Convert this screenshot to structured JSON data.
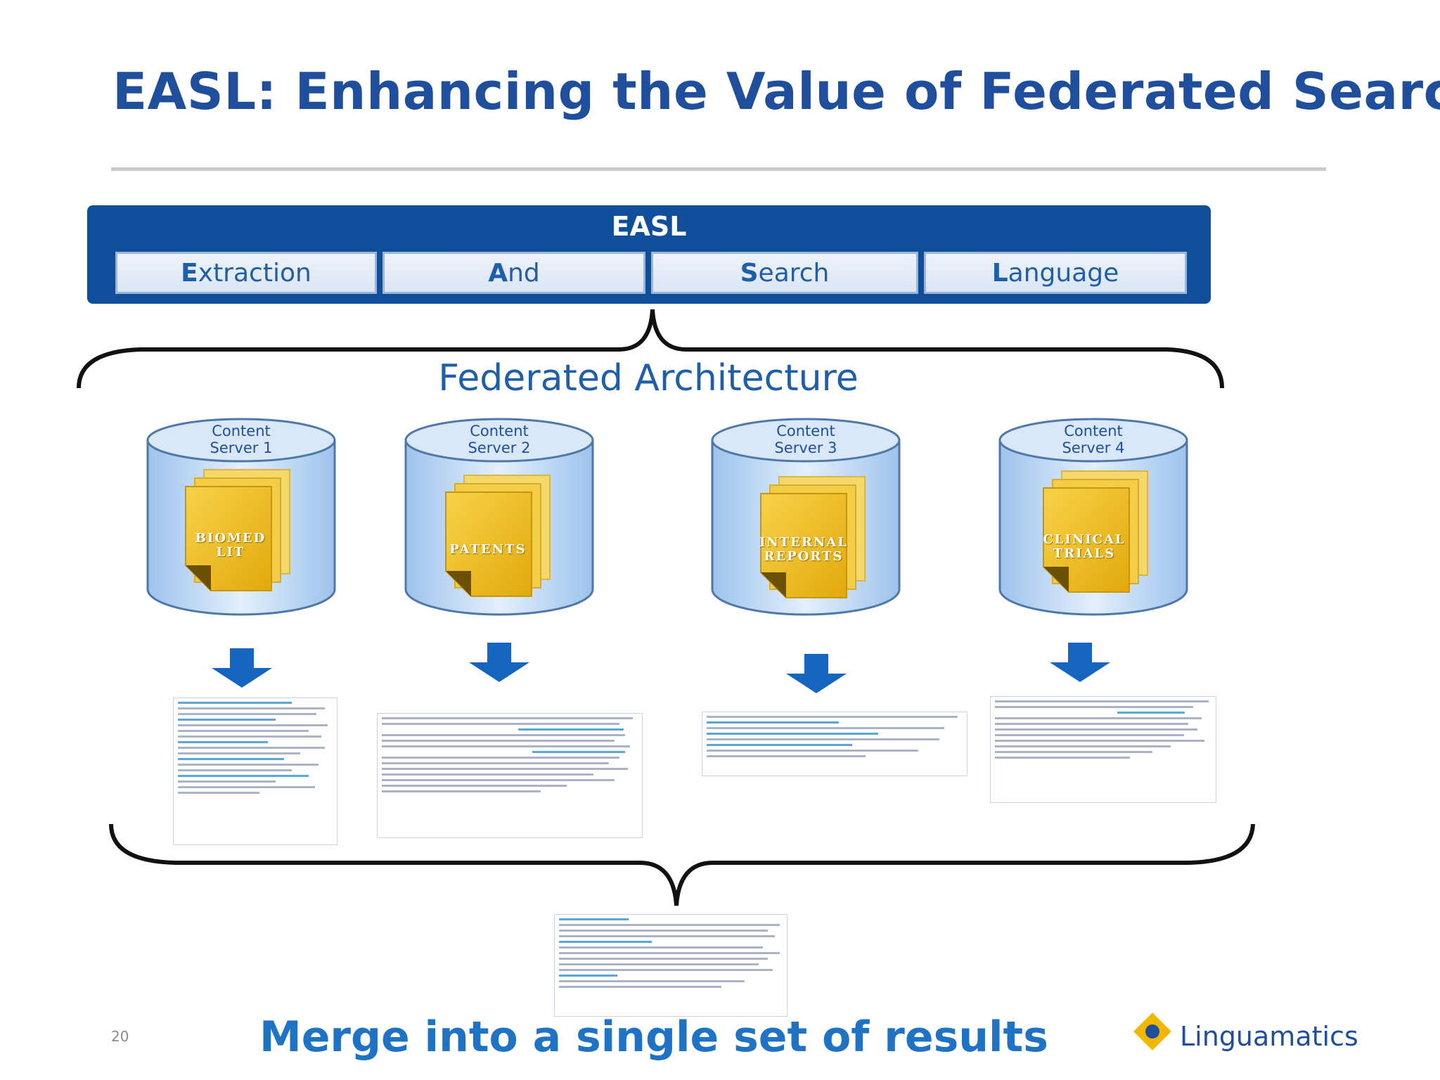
{
  "slide": {
    "title": "EASL: Enhancing the Value of Federated Search",
    "page_number": "20",
    "footer_text": "Merge into a single set of results",
    "logo_text": "Linguamatics"
  },
  "easl": {
    "label": "EASL",
    "words": [
      {
        "first": "E",
        "rest": "xtraction"
      },
      {
        "first": "A",
        "rest": "nd"
      },
      {
        "first": "S",
        "rest": "earch"
      },
      {
        "first": "L",
        "rest": "anguage"
      }
    ]
  },
  "architecture": {
    "label": "Federated Architecture",
    "servers": [
      {
        "name_line1": "Content",
        "name_line2": "Server 1",
        "doc_line1": "BIOMED",
        "doc_line2": "LIT"
      },
      {
        "name_line1": "Content",
        "name_line2": "Server 2",
        "doc_line1": "PATENTS",
        "doc_line2": ""
      },
      {
        "name_line1": "Content",
        "name_line2": "Server 3",
        "doc_line1": "INTERNAL",
        "doc_line2": "REPORTS"
      },
      {
        "name_line1": "Content",
        "name_line2": "Server 4",
        "doc_line1": "CLINICAL",
        "doc_line2": "TRIALS"
      }
    ]
  },
  "colors": {
    "title": "#1f4e9c",
    "easl_bar": "#0f4f9a",
    "cylinder": "#bcd5f2",
    "document": "#f2c01d",
    "arrow": "#1565c0",
    "merge_text": "#1f73c4"
  }
}
